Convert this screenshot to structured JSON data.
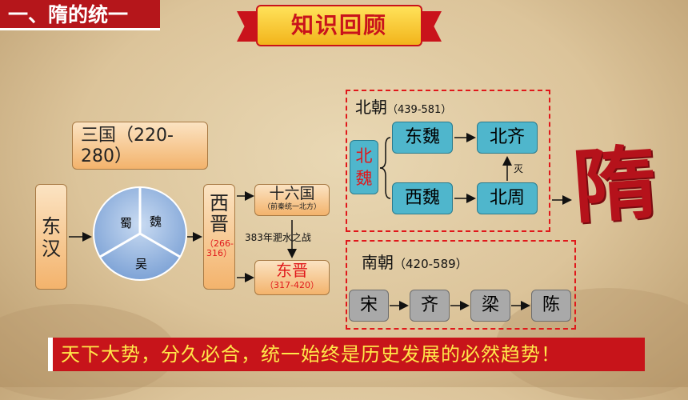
{
  "header": {
    "section_title": "一、隋的统一",
    "banner": "知识回顾"
  },
  "sanguo": {
    "title": "三国（220-280）",
    "shu": "蜀",
    "wei": "魏",
    "wu": "吴"
  },
  "donghan": "东汉",
  "xijin": {
    "name": "西晋",
    "dates": "（266-316）"
  },
  "shiliuguo": {
    "name": "十六国",
    "note": "（前秦统一北方）"
  },
  "feishui": "383年淝水之战",
  "dongjin": {
    "name": "东晋",
    "dates": "（317-420）"
  },
  "north": {
    "label": "北朝",
    "dates": "（439-581）",
    "beiwei": "北魏",
    "dongwei": "东魏",
    "xiwei": "西魏",
    "beiqi": "北齐",
    "beizhou": "北周",
    "mie": "灭"
  },
  "south": {
    "label": "南朝",
    "dates": "（420-589）",
    "dynasties": [
      "宋",
      "齐",
      "梁",
      "陈"
    ]
  },
  "sui": "隋",
  "conclusion": "天下大势，分久必合，统一始终是历史发展的必然趋势！",
  "colors": {
    "red": "#c7141a",
    "teal": "#4fb6cc",
    "peach": "#f3b36c",
    "grey": "#a9a9a9"
  }
}
